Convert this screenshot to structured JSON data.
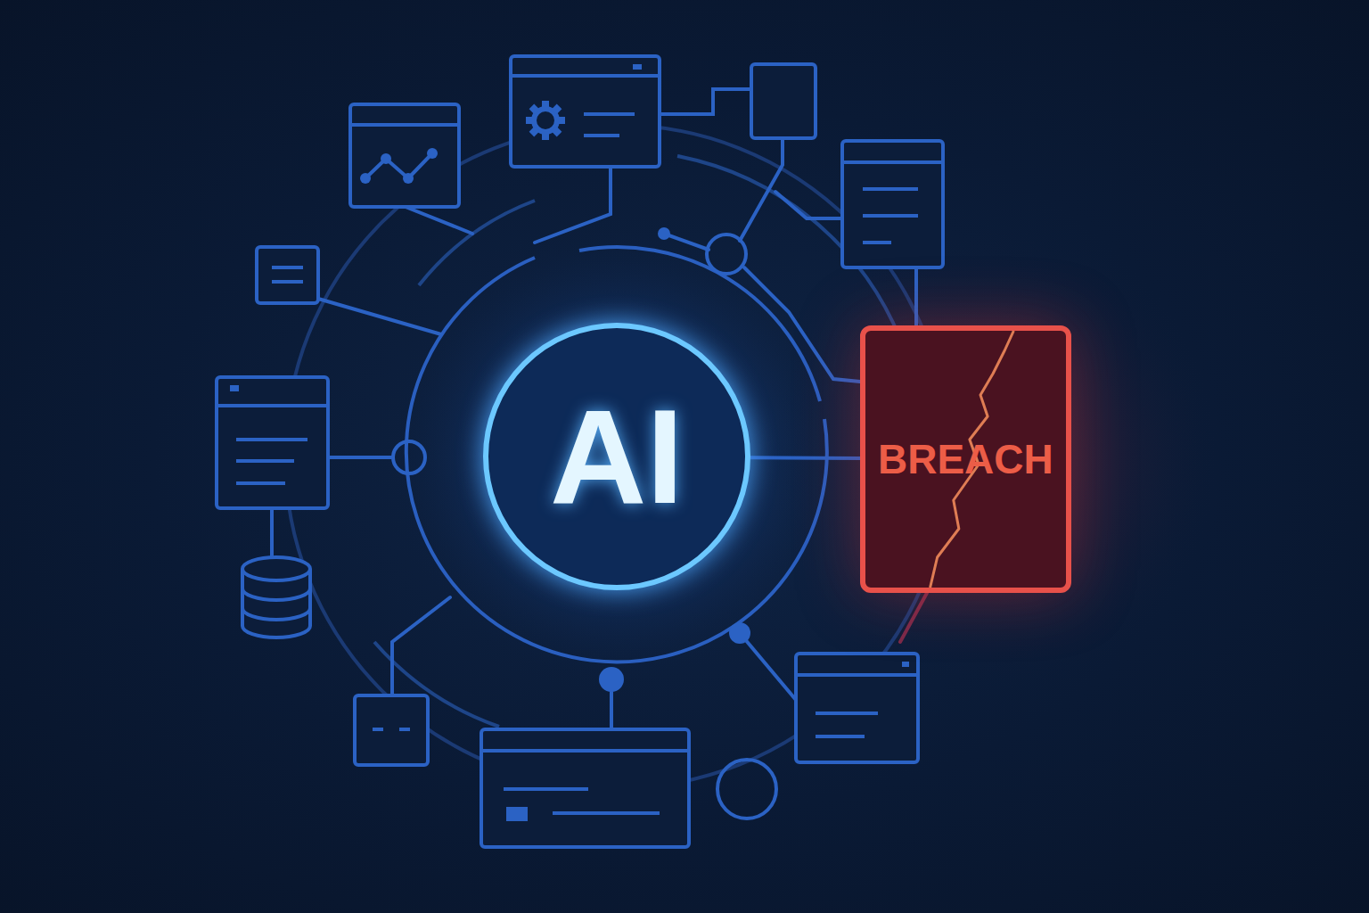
{
  "diagram": {
    "nodes": [
      {
        "text": [
          "AI"
        ]
      },
      {
        "text": [
          "BREACH"
        ]
      }
    ],
    "edges": [
      {
        "from": 0,
        "to": 1,
        "arrow": "none"
      }
    ]
  }
}
